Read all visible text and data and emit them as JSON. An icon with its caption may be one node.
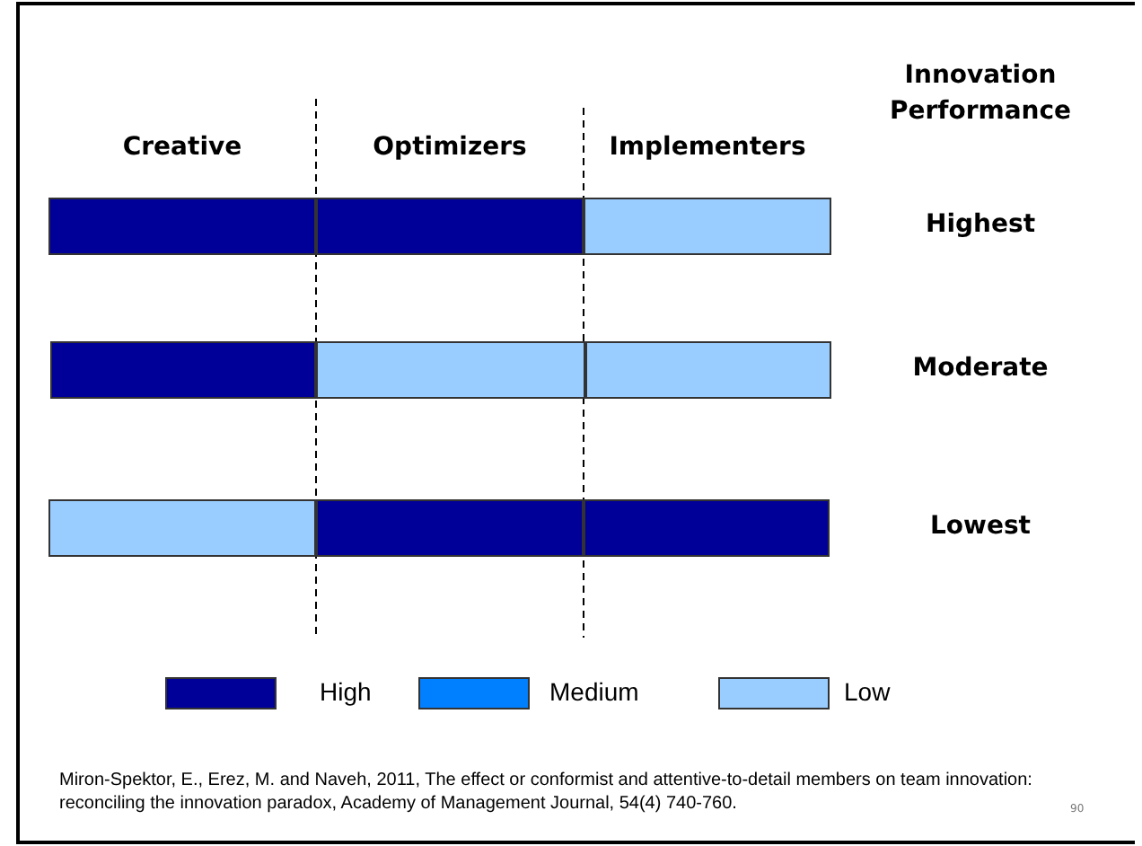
{
  "diagram": {
    "nodes": [
      {
        "text": [],
        "shape": "bar"
      },
      {
        "text": [],
        "shape": "bar"
      },
      {
        "text": [],
        "shape": "bar"
      },
      {
        "text": [],
        "shape": "bar"
      },
      {
        "text": [],
        "shape": "bar"
      },
      {
        "text": [],
        "shape": "bar"
      },
      {
        "text": [],
        "shape": "bar"
      },
      {
        "text": [],
        "shape": "bar"
      },
      {
        "text": [],
        "shape": "bar"
      }
    ],
    "edges": [],
    "labels": [
      "Innovation Performance",
      "Creative",
      "Optimizers",
      "Implementers",
      "Highest",
      "Moderate",
      "Lowest",
      "Miron-Spektor, E., Erez, M. and Naveh, 2011, The effect or conformist and attentive-to-detail members on team innovation: reconciling the innovation paradox, Academy of Management Journal, 54(4) 740-760.",
      "90"
    ],
    "legend": [
      {
        "text": "High",
        "color": "#000099"
      },
      {
        "text": "Medium",
        "color": "#0080ff"
      },
      {
        "text": "Low",
        "color": "#99ccff"
      }
    ]
  }
}
